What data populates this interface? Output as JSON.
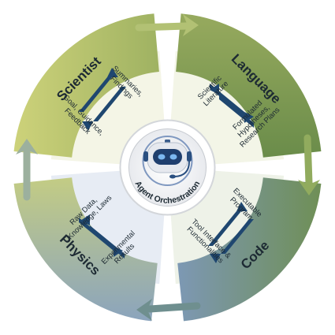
{
  "segments": [
    {
      "label": "Scientist",
      "color": "#c9cd72"
    },
    {
      "label": "Language",
      "color": "#9aab60"
    },
    {
      "label": "Code",
      "color": "#6f8f4a"
    },
    {
      "label": "Physics",
      "color": "#8aa3bd"
    }
  ],
  "flows": {
    "scientist_out": [
      "Summaries,",
      "Findings"
    ],
    "scientist_in": [
      "Goal, Guidance,",
      "Feedback"
    ],
    "language_in": [
      "Scientific",
      "Literature"
    ],
    "language_out": [
      "Formulated",
      "Hypotheses,",
      "Research Plans"
    ],
    "code_in": [
      "Executable",
      "Program"
    ],
    "code_out": [
      "Tool Interface &",
      "Functionalities"
    ],
    "physics_in": [
      "Raw Data,",
      "Knowledge, Laws"
    ],
    "physics_out": [
      "Experimental",
      "Results"
    ]
  },
  "center": {
    "label": "Agent Orchestration",
    "icon": "robot-head-icon"
  },
  "colors": {
    "arrow_dark": "#1f4770",
    "arrow_cycle": "#a8bc8a"
  }
}
